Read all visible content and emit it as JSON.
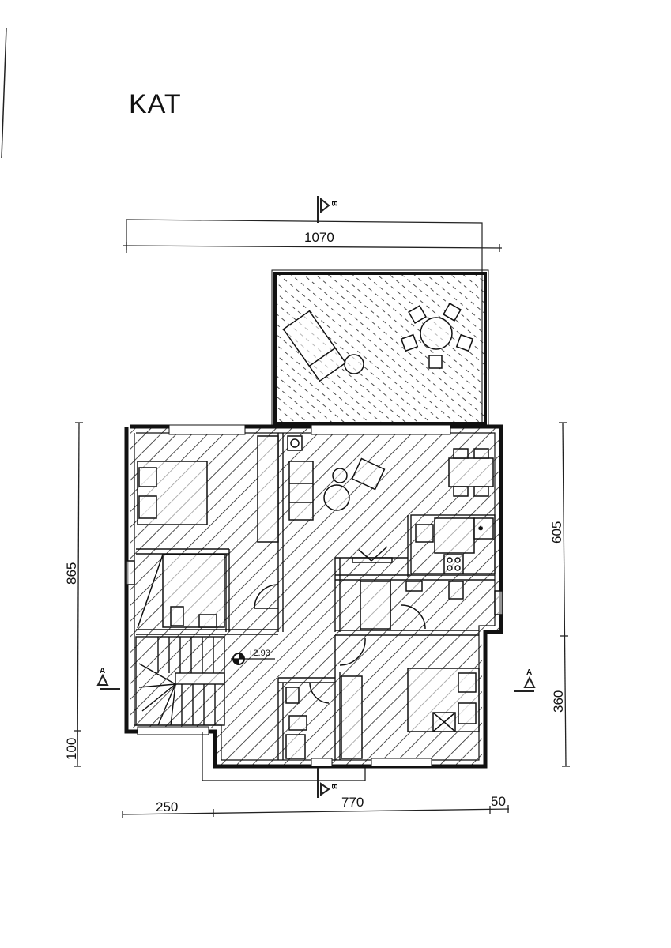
{
  "drawing": {
    "title": "KAT",
    "type": "floor-plan",
    "level_marker": "+2.93"
  },
  "dimensions": {
    "top_total": "1070",
    "bottom": [
      "250",
      "770",
      "50"
    ],
    "left": [
      "865",
      "100"
    ],
    "right": [
      "605",
      "360"
    ]
  },
  "section_markers": {
    "top": {
      "arrow": "B",
      "label": "B"
    },
    "bottom": {
      "arrow": "B",
      "label": "B"
    },
    "left": {
      "label": "A"
    },
    "right": {
      "label": "A"
    }
  },
  "rooms": [
    {
      "id": "terrace",
      "name": "terrace",
      "furniture": [
        "sun-lounger",
        "round-table",
        "chairs",
        "side-table"
      ]
    },
    {
      "id": "bedroom-1",
      "name": "bedroom",
      "furniture": [
        "bed",
        "nightstands",
        "wardrobe"
      ]
    },
    {
      "id": "bedroom-2",
      "name": "small bedroom",
      "furniture": [
        "bed",
        "nightstands"
      ]
    },
    {
      "id": "living",
      "name": "living room",
      "furniture": [
        "sofa",
        "armchair",
        "coffee-tables",
        "chimney"
      ]
    },
    {
      "id": "dining",
      "name": "dining",
      "furniture": [
        "dining-table",
        "chairs"
      ]
    },
    {
      "id": "kitchen",
      "name": "kitchen",
      "furniture": [
        "sink",
        "island",
        "cooktop"
      ]
    },
    {
      "id": "bathroom",
      "name": "bathroom",
      "furniture": [
        "bathtub",
        "sink",
        "toilet"
      ]
    },
    {
      "id": "bedroom-3",
      "name": "master bedroom",
      "furniture": [
        "bed",
        "nightstands",
        "wardrobe"
      ]
    },
    {
      "id": "stairs",
      "name": "staircase",
      "furniture": []
    },
    {
      "id": "wc",
      "name": "wc",
      "furniture": [
        "toilet",
        "sink",
        "shower"
      ]
    }
  ]
}
